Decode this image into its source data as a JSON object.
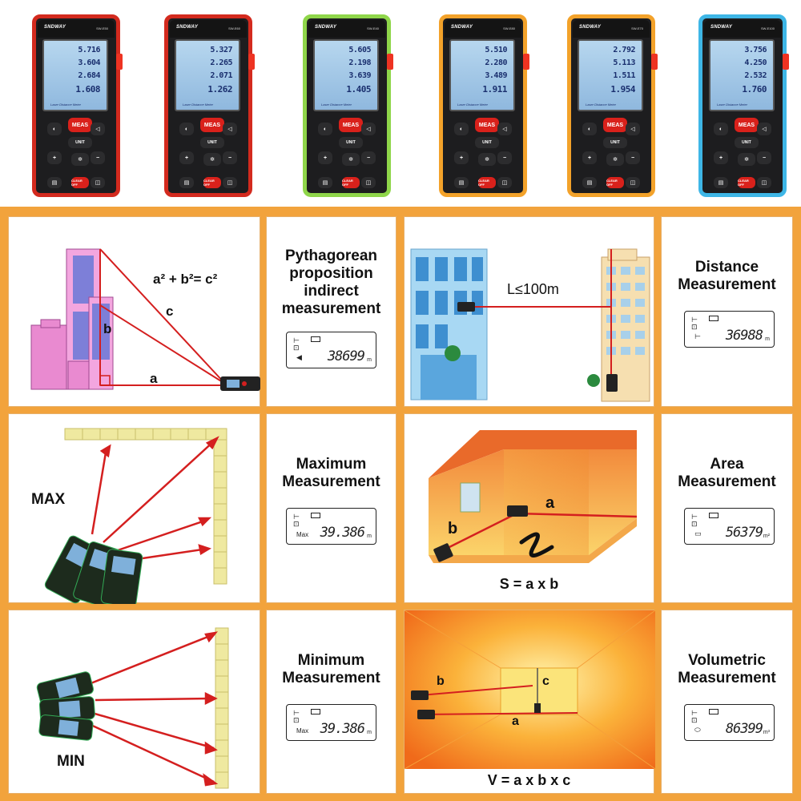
{
  "devices": [
    {
      "brand": "SNDWAY",
      "model": "SW-E50",
      "rows": [
        "5.716",
        "3.604",
        "2.684",
        "1.608"
      ],
      "lcd_label": "Laser Distance Meter",
      "color": "#d32a1e"
    },
    {
      "brand": "SNDWAY",
      "model": "SW-E60",
      "rows": [
        "5.327",
        "2.265",
        "2.071",
        "1.262"
      ],
      "lcd_label": "Laser Distance Meter",
      "color": "#d32a1e"
    },
    {
      "brand": "SNDWAY",
      "model": "SW-E40",
      "rows": [
        "5.605",
        "2.198",
        "3.639",
        "1.405"
      ],
      "lcd_label": "Laser Distance Meter",
      "color": "#8fd64a"
    },
    {
      "brand": "SNDWAY",
      "model": "SW-E80",
      "rows": [
        "5.510",
        "2.280",
        "3.489",
        "1.911"
      ],
      "lcd_label": "Laser Distance Meter",
      "color": "#f3a22a"
    },
    {
      "brand": "SNDWAY",
      "model": "SW-E70",
      "rows": [
        "2.792",
        "5.113",
        "1.511",
        "1.954"
      ],
      "lcd_label": "Laser Distance Meter",
      "color": "#f3a22a"
    },
    {
      "brand": "SNDWAY",
      "model": "SW-E100",
      "rows": [
        "3.756",
        "4.250",
        "2.532",
        "1.760"
      ],
      "lcd_label": "Laser Distance Meter",
      "color": "#3eb6e6"
    }
  ],
  "keys": {
    "meas": "MEAS",
    "unit": "UNIT",
    "clear": "CLEAR OFF"
  },
  "cells": {
    "pythagorean": {
      "title": "Pythagorean proposition indirect measurement",
      "formula": "a² + b²= c²",
      "a": "a",
      "b": "b",
      "c": "c",
      "display": "38699",
      "unit": "m"
    },
    "distance": {
      "title": "Distance Measurement",
      "label": "L≤100m",
      "display": "36988",
      "unit": "m"
    },
    "maximum": {
      "title": "Maximum Measurement",
      "label": "MAX",
      "prefix": "Max",
      "display": "39.386",
      "unit": "m"
    },
    "area": {
      "title": "Area Measurement",
      "formula": "S = a x b",
      "a": "a",
      "b": "b",
      "display": "56379",
      "unit": "m²"
    },
    "minimum": {
      "title": "Minimum Measurement",
      "label": "MIN",
      "prefix": "Max",
      "display": "39.386",
      "unit": "m"
    },
    "volume": {
      "title": "Volumetric Measurement",
      "formula": "V = a x b x c",
      "a": "a",
      "b": "b",
      "c": "c",
      "display": "86399",
      "unit": "m³"
    }
  },
  "colors": {
    "frame": "#f2a33c",
    "laser": "#d41f1f",
    "building_pink": "#e98ad0",
    "wall_yellow": "#efe9a0"
  }
}
